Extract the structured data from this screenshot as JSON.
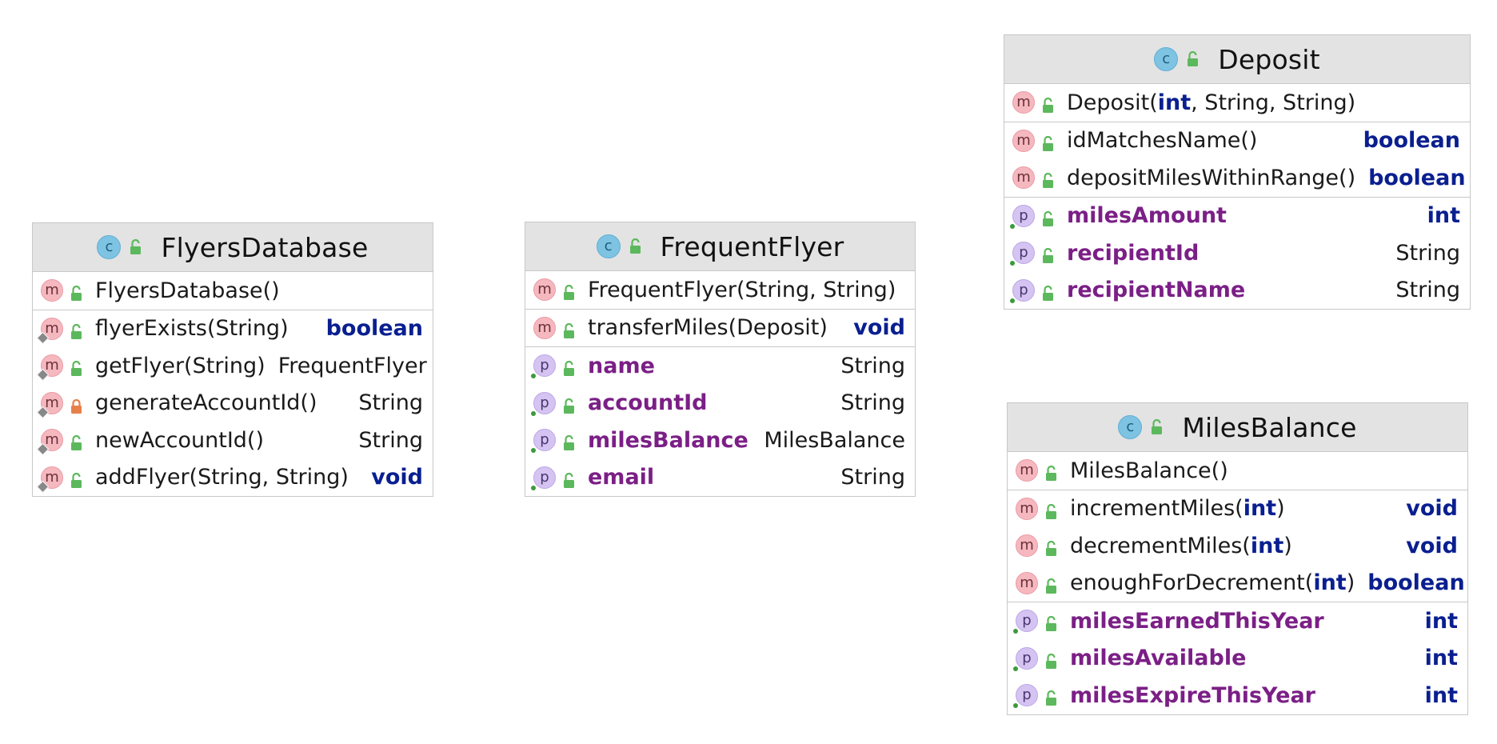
{
  "classes": [
    {
      "key": "flyers",
      "name": "FlyersDatabase",
      "constructors": [
        {
          "parts": [
            {
              "t": "FlyersDatabase()",
              "kw": false
            }
          ],
          "type": "",
          "type_kw": false,
          "visibility": "public",
          "static": false
        }
      ],
      "methods": [
        {
          "parts": [
            {
              "t": "flyerExists(String)",
              "kw": false
            }
          ],
          "type": "boolean",
          "type_kw": true,
          "visibility": "public",
          "static": true
        },
        {
          "parts": [
            {
              "t": "getFlyer(String)",
              "kw": false
            }
          ],
          "type": "FrequentFlyer",
          "type_kw": false,
          "visibility": "public",
          "static": true
        },
        {
          "parts": [
            {
              "t": "generateAccountId()",
              "kw": false
            }
          ],
          "type": "String",
          "type_kw": false,
          "visibility": "private",
          "static": true
        },
        {
          "parts": [
            {
              "t": "newAccountId()",
              "kw": false
            }
          ],
          "type": "String",
          "type_kw": false,
          "visibility": "public",
          "static": true
        },
        {
          "parts": [
            {
              "t": "addFlyer(String, String)",
              "kw": false
            }
          ],
          "type": "void",
          "type_kw": true,
          "visibility": "public",
          "static": true
        }
      ],
      "properties": []
    },
    {
      "key": "frequent",
      "name": "FrequentFlyer",
      "constructors": [
        {
          "parts": [
            {
              "t": "FrequentFlyer(String, String)",
              "kw": false
            }
          ],
          "type": "",
          "type_kw": false,
          "visibility": "public",
          "static": false
        }
      ],
      "methods": [
        {
          "parts": [
            {
              "t": "transferMiles(Deposit)",
              "kw": false
            }
          ],
          "type": "void",
          "type_kw": true,
          "visibility": "public",
          "static": false
        }
      ],
      "properties": [
        {
          "name": "name",
          "type": "String",
          "type_kw": false
        },
        {
          "name": "accountId",
          "type": "String",
          "type_kw": false
        },
        {
          "name": "milesBalance",
          "type": "MilesBalance",
          "type_kw": false
        },
        {
          "name": "email",
          "type": "String",
          "type_kw": false
        }
      ]
    },
    {
      "key": "deposit",
      "name": "Deposit",
      "constructors": [
        {
          "parts": [
            {
              "t": "Deposit(",
              "kw": false
            },
            {
              "t": "int",
              "kw": true
            },
            {
              "t": ", String, String)",
              "kw": false
            }
          ],
          "type": "",
          "type_kw": false,
          "visibility": "public",
          "static": false
        }
      ],
      "methods": [
        {
          "parts": [
            {
              "t": "idMatchesName()",
              "kw": false
            }
          ],
          "type": "boolean",
          "type_kw": true,
          "visibility": "public",
          "static": false
        },
        {
          "parts": [
            {
              "t": "depositMilesWithinRange()",
              "kw": false
            }
          ],
          "type": "boolean",
          "type_kw": true,
          "visibility": "public",
          "static": false
        }
      ],
      "properties": [
        {
          "name": "milesAmount",
          "type": "int",
          "type_kw": true
        },
        {
          "name": "recipientId",
          "type": "String",
          "type_kw": false
        },
        {
          "name": "recipientName",
          "type": "String",
          "type_kw": false
        }
      ]
    },
    {
      "key": "miles",
      "name": "MilesBalance",
      "constructors": [
        {
          "parts": [
            {
              "t": "MilesBalance()",
              "kw": false
            }
          ],
          "type": "",
          "type_kw": false,
          "visibility": "public",
          "static": false
        }
      ],
      "methods": [
        {
          "parts": [
            {
              "t": "incrementMiles(",
              "kw": false
            },
            {
              "t": "int",
              "kw": true
            },
            {
              "t": ")",
              "kw": false
            }
          ],
          "type": "void",
          "type_kw": true,
          "visibility": "public",
          "static": false
        },
        {
          "parts": [
            {
              "t": "decrementMiles(",
              "kw": false
            },
            {
              "t": "int",
              "kw": true
            },
            {
              "t": ")",
              "kw": false
            }
          ],
          "type": "void",
          "type_kw": true,
          "visibility": "public",
          "static": false
        },
        {
          "parts": [
            {
              "t": "enoughForDecrement(",
              "kw": false
            },
            {
              "t": "int",
              "kw": true
            },
            {
              "t": ")",
              "kw": false
            }
          ],
          "type": "boolean",
          "type_kw": true,
          "visibility": "public",
          "static": false
        }
      ],
      "properties": [
        {
          "name": "milesEarnedThisYear",
          "type": "int",
          "type_kw": true
        },
        {
          "name": "milesAvailable",
          "type": "int",
          "type_kw": true
        },
        {
          "name": "milesExpireThisYear",
          "type": "int",
          "type_kw": true
        }
      ]
    }
  ],
  "icons": {
    "class_badge": "c",
    "method_badge": "m",
    "property_badge": "p",
    "public_icon": "unlocked-padlock-icon",
    "private_icon": "locked-padlock-icon"
  },
  "colors": {
    "header_bg": "#e3e3e3",
    "border": "#c8c8c8",
    "keyword": "#0a1f8f",
    "property": "#7b1f86",
    "public_lock": "#5cb85c",
    "private_lock": "#e8804a"
  }
}
